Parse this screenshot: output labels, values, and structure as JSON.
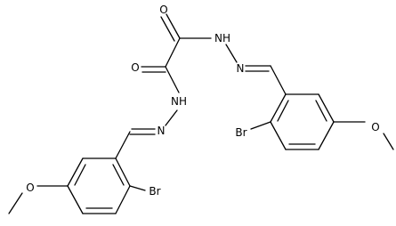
{
  "atom_labels": {
    "o_top": "O",
    "o_left": "O",
    "nh_top": "NH",
    "n_top": "N",
    "nh_left": "NH",
    "n_left": "N",
    "br_right": "Br",
    "br_left": "Br",
    "o_meo_right": "O",
    "o_meo_left": "O"
  }
}
